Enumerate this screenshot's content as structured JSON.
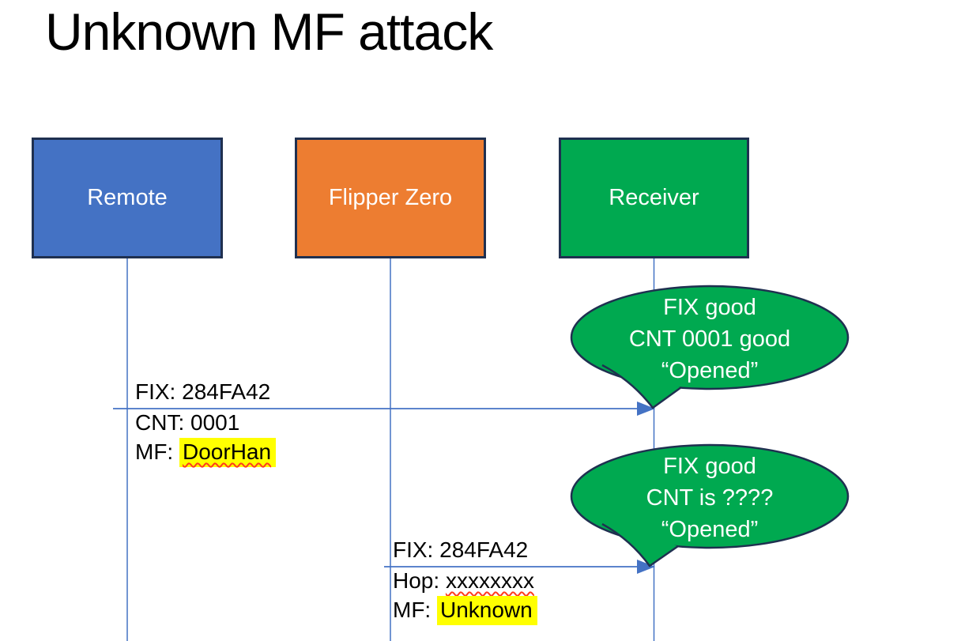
{
  "title": "Unknown MF attack",
  "actors": [
    {
      "id": "remote",
      "label": "Remote",
      "fill": "#4472C4"
    },
    {
      "id": "flipper-zero",
      "label": "Flipper Zero",
      "fill": "#ED7D31"
    },
    {
      "id": "receiver",
      "label": "Receiver",
      "fill": "#00A950"
    }
  ],
  "messages": [
    {
      "from": "Remote",
      "to": "Receiver",
      "above_line": "FIX: 284FA42",
      "below_lines": [
        {
          "text": "CNT: 0001"
        },
        {
          "prefix": "MF: ",
          "value": "DoorHan",
          "highlighted": true,
          "spellcheck_underline": true
        }
      ]
    },
    {
      "from": "Flipper Zero",
      "to": "Receiver",
      "above_line": "FIX: 284FA42",
      "below_lines": [
        {
          "prefix": "Hop: ",
          "value": "xxxxxxxx",
          "highlighted": false,
          "spellcheck_underline": true
        },
        {
          "prefix": "MF: ",
          "value": "Unknown",
          "highlighted": true,
          "spellcheck_underline": false
        }
      ]
    }
  ],
  "callouts": [
    {
      "speaker": "Receiver",
      "lines": [
        "FIX good",
        "CNT 0001 good",
        "“Opened”"
      ]
    },
    {
      "speaker": "Receiver",
      "lines": [
        "FIX good",
        "CNT is ????",
        "“Opened”"
      ]
    }
  ],
  "colors": {
    "title_text": "#000000",
    "label_text": "#000000",
    "actor_border": "#1F3050",
    "remote_fill": "#4472C4",
    "flipper_fill": "#ED7D31",
    "receiver_fill": "#00A950",
    "callout_fill": "#00A950",
    "callout_border": "#1F3050",
    "connector_blue": "#4472C4",
    "highlight_yellow": "#FFFF00",
    "spellcheck_red": "#FF3B1F"
  }
}
